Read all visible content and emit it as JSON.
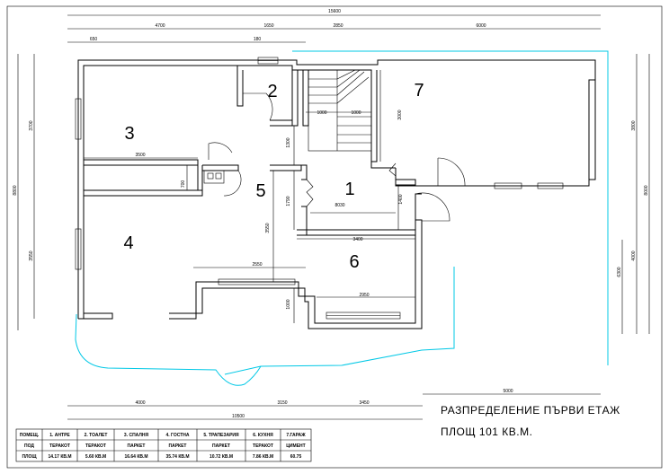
{
  "title": "РАЗПРЕДЕЛЕНИЕ ПЪРВИ ЕТАЖ",
  "area": "ПЛОЩ 101 КВ.М.",
  "rooms": [
    "1",
    "2",
    "3",
    "4",
    "5",
    "6",
    "7"
  ],
  "dims": {
    "top_total": "15600",
    "top_a": "4700",
    "top_b": "1650",
    "top_c": "2850",
    "top_d": "6000",
    "top_small_1": "650",
    "top_small_2": "180",
    "bottom_total": "10500",
    "bottom_a": "4000",
    "bottom_b": "3150",
    "bottom_c": "3450",
    "bottom_right": "5000",
    "left_total": "8800",
    "left_a": "3700",
    "left_b": "3550",
    "right_a": "3800",
    "right_b": "4000",
    "right_total": "8000",
    "right_inner": "6300",
    "r3_width": "3500",
    "r4_width": "2550",
    "r6_width": "3400",
    "r6_bottom": "2950",
    "r1_width": "8030",
    "r7_height": "3000",
    "stair_a": "1000",
    "stair_b": "1000",
    "v_1300": "1300",
    "v_1790": "1790",
    "v_3550": "3550",
    "v_1000": "1000",
    "v_1400": "1400",
    "v_700": "700"
  },
  "table": {
    "rows": [
      [
        "ПОМЕЩ.",
        "1. АНТРЕ",
        "2. ТОАЛЕТ",
        "3. СПАЛНЯ",
        "4. ГОСТНА",
        "5. ТРАПЕЗАРИЯ",
        "6. КУХНЯ",
        "7.ГАРАЖ"
      ],
      [
        "ПОД",
        "ТЕРАКОТ",
        "ТЕРАКОТ",
        "ПАРКЕТ",
        "ПАРКЕТ",
        "ПАРКЕТ",
        "ТЕРАКОТ",
        "ЦИМЕНТ"
      ],
      [
        "ПЛОЩ",
        "14.17 КВ.М",
        "5.60 КВ.М",
        "16.64 КВ.М",
        "35.74 КВ.М",
        "10.72 КВ.М",
        "7.86 КВ.М",
        "60.75"
      ]
    ]
  }
}
